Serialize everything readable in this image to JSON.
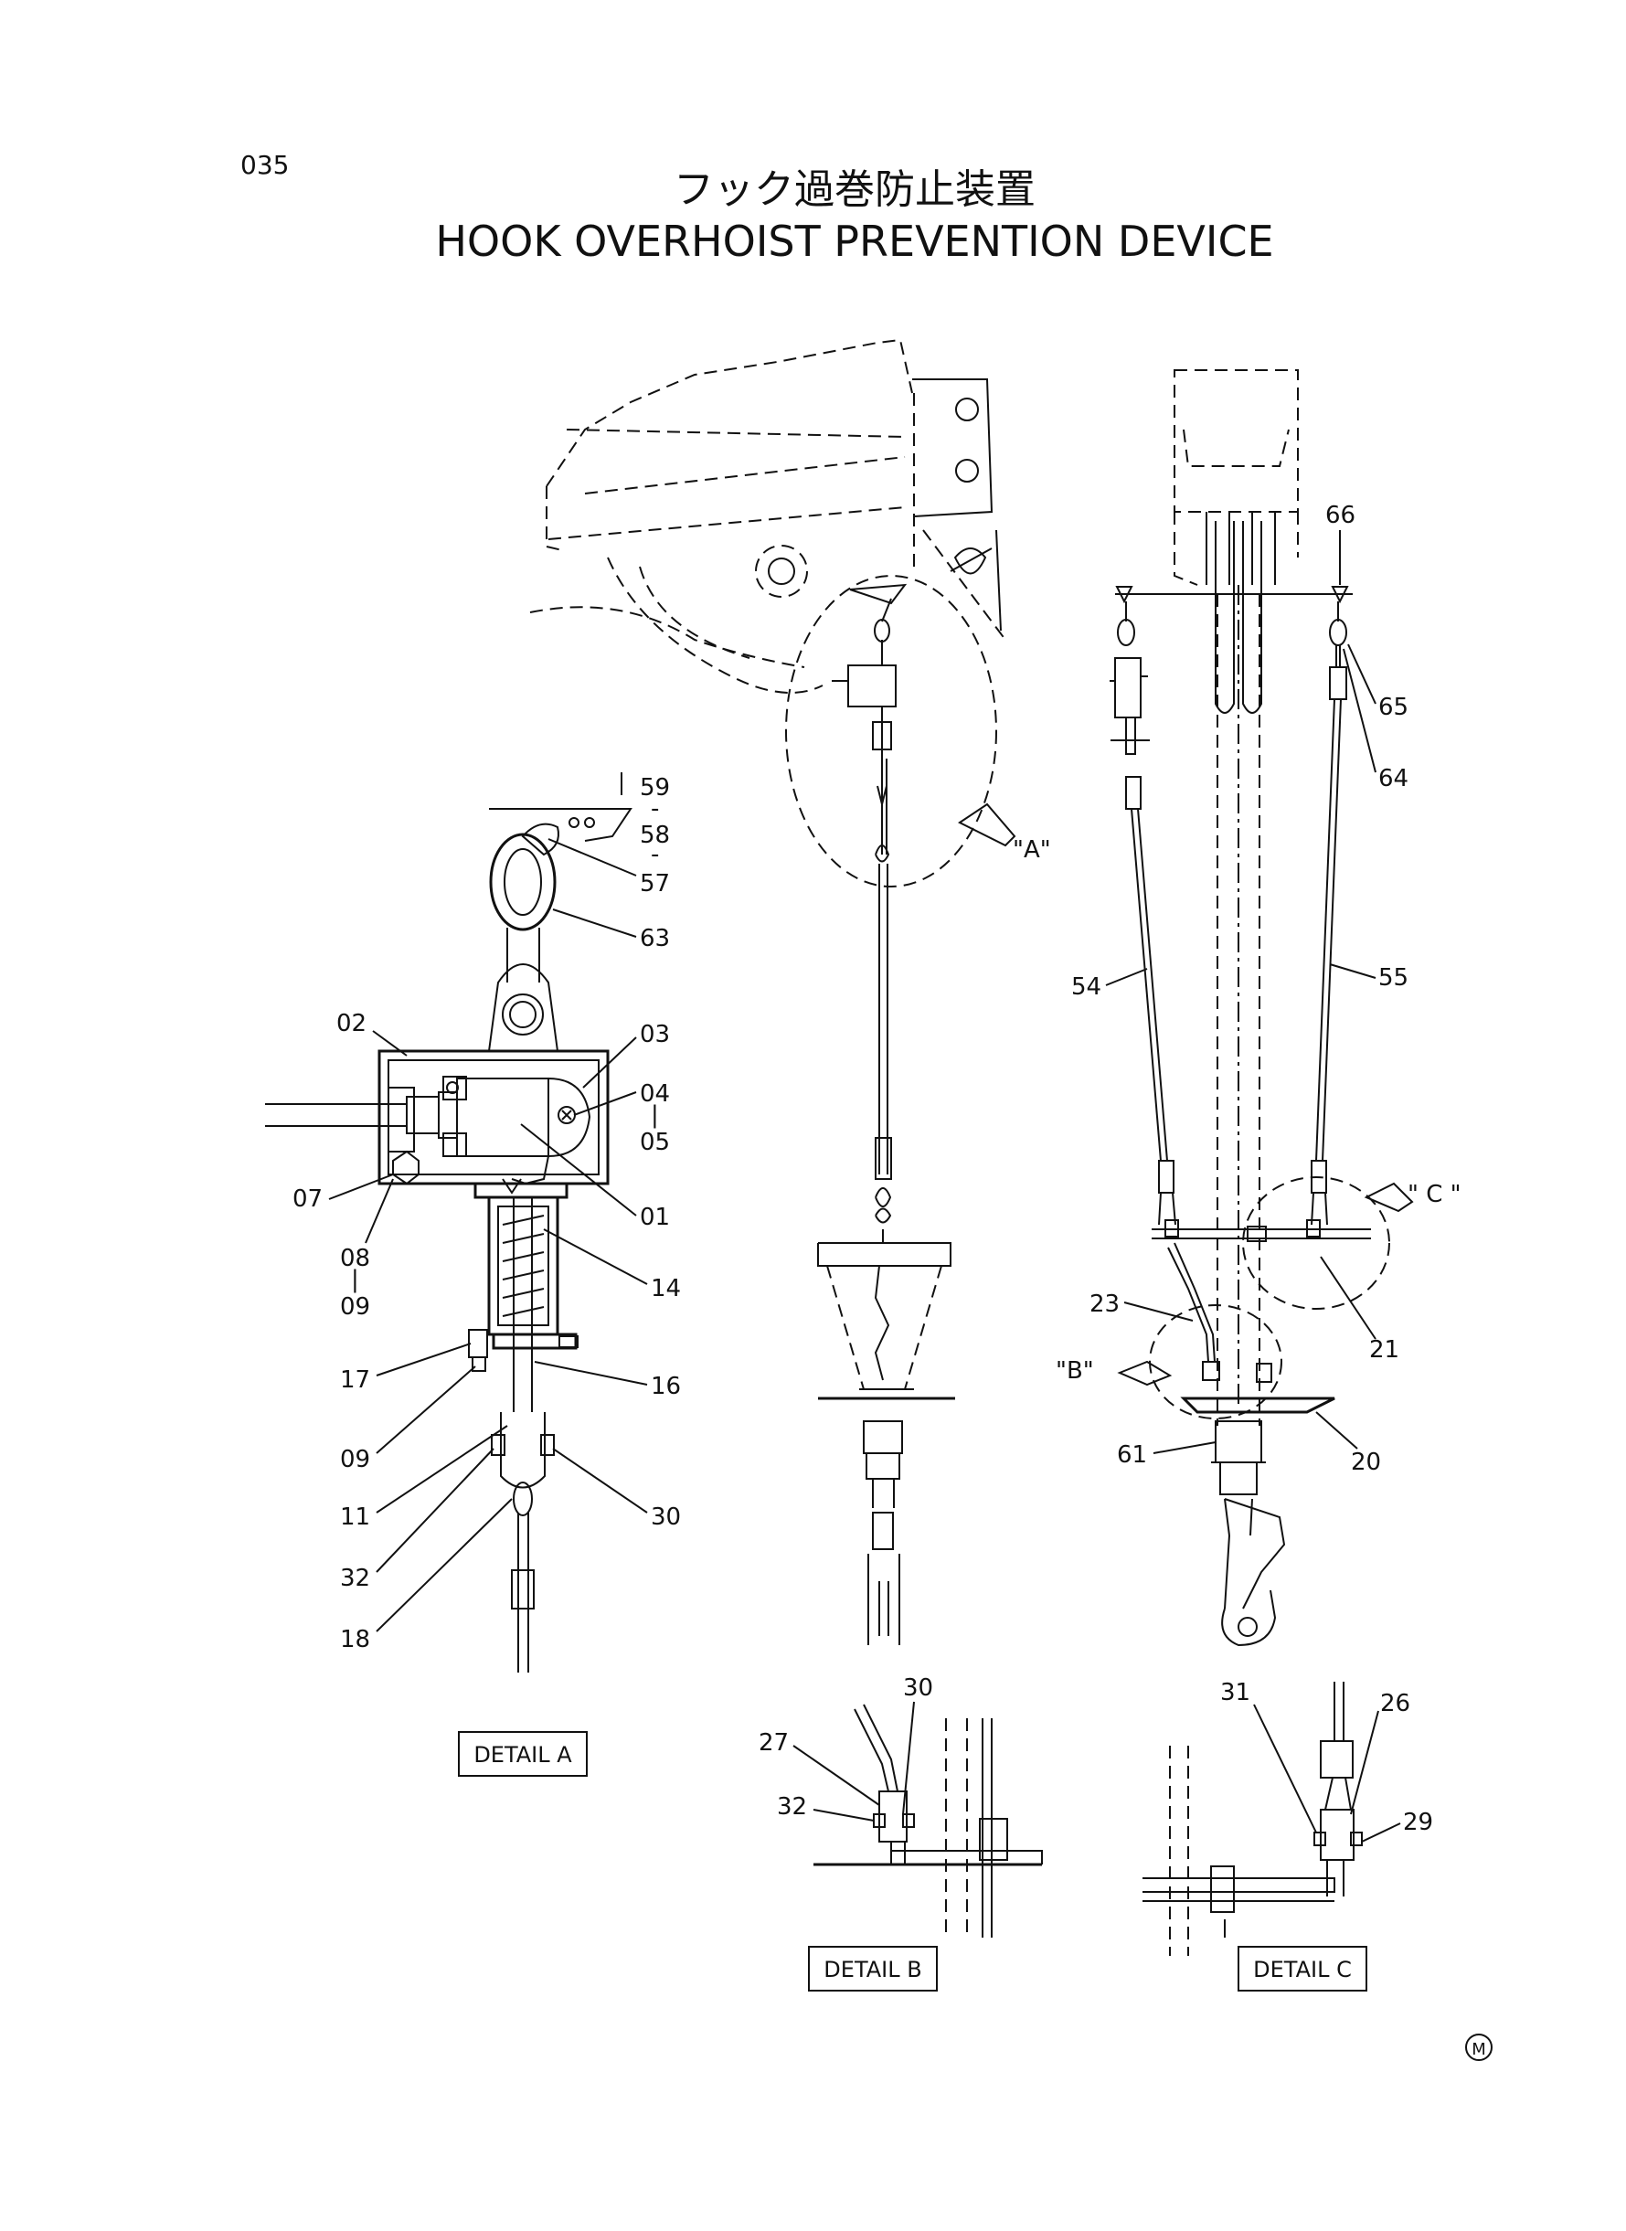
{
  "page_number": "035",
  "title_jp": "フック過巻防止装置",
  "title_en": "HOOK OVERHOIST PREVENTION DEVICE",
  "view_markers": [
    "\"A\"",
    "\"B\"",
    "\" C \""
  ],
  "details": [
    "DETAIL A",
    "DETAIL B",
    "DETAIL C"
  ],
  "detail_a_labels": [
    "59",
    "58",
    "57",
    "63",
    "02",
    "03",
    "04",
    "05",
    "07",
    "01",
    "08",
    "09",
    "14",
    "17",
    "16",
    "09",
    "11",
    "30",
    "32",
    "18"
  ],
  "main_labels": [
    "66",
    "65",
    "64",
    "54",
    "55",
    "23",
    "21",
    "61",
    "20"
  ],
  "detail_b_labels": [
    "30",
    "27",
    "32"
  ],
  "detail_c_labels": [
    "31",
    "26",
    "29"
  ],
  "corner_mark": "M"
}
